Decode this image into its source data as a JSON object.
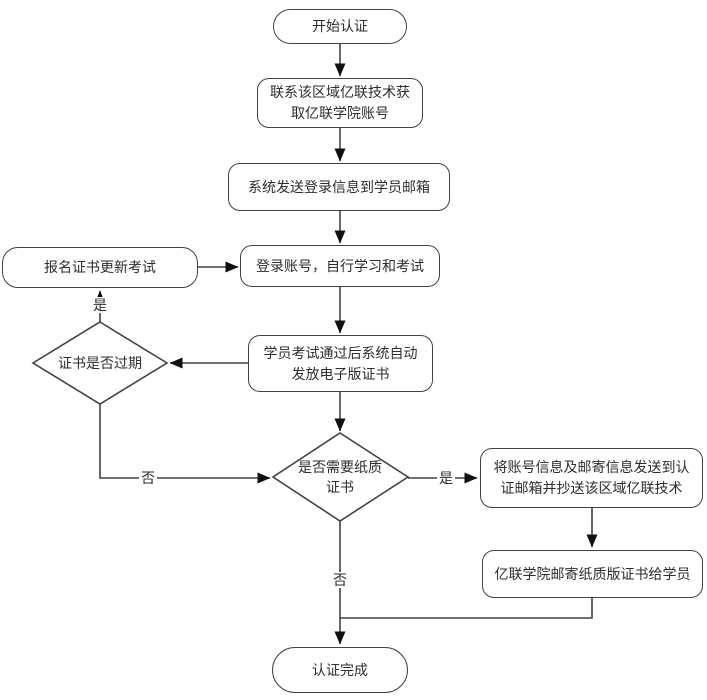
{
  "diagram": {
    "type": "flowchart",
    "language": "zh-CN",
    "colors": {
      "background": "#ffffff",
      "node_fill": "#ffffff",
      "stroke": "#424242",
      "text": "#2d2d2d",
      "arrowhead": "#111111"
    },
    "nodes": {
      "start": {
        "type": "terminator",
        "label": "开始认证"
      },
      "contact": {
        "type": "process",
        "label": "联系该区域亿联技术获取亿联学院账号"
      },
      "send_login": {
        "type": "process",
        "label": "系统发送登录信息到学员邮箱"
      },
      "login": {
        "type": "process",
        "label": "登录账号，自行学习和考试"
      },
      "renew": {
        "type": "process",
        "label": "报名证书更新考试"
      },
      "expired": {
        "type": "decision",
        "label": "证书是否过期"
      },
      "ecert": {
        "type": "process",
        "label": "学员考试通过后系统自动发放电子版证书"
      },
      "paper": {
        "type": "decision",
        "label": "是否需要纸质证书"
      },
      "send_info": {
        "type": "process",
        "label": "将账号信息及邮寄信息发送到认证邮箱并抄送该区域亿联技术"
      },
      "mail_cert": {
        "type": "process",
        "label": "亿联学院邮寄纸质版证书给学员"
      },
      "end": {
        "type": "terminator",
        "label": "认证完成"
      }
    },
    "edge_labels": {
      "expired_yes": "是",
      "expired_no": "否",
      "paper_yes": "是",
      "paper_no": "否"
    }
  }
}
